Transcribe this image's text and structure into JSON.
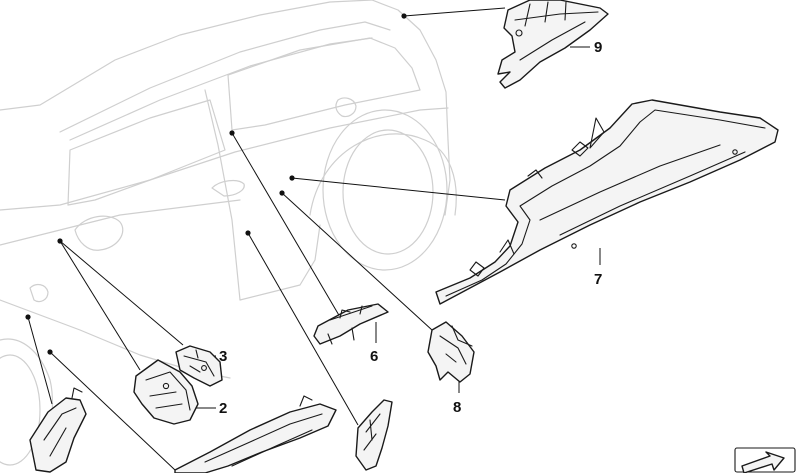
{
  "callouts": {
    "c2": "2",
    "c3": "3",
    "c6": "6",
    "c7": "7",
    "c8": "8",
    "c9": "9"
  },
  "colors": {
    "vehicle_outline": "#cfcfcf",
    "part_outline": "#1a1a1a",
    "part_fill": "#f4f4f4",
    "leader_line": "#111111"
  }
}
